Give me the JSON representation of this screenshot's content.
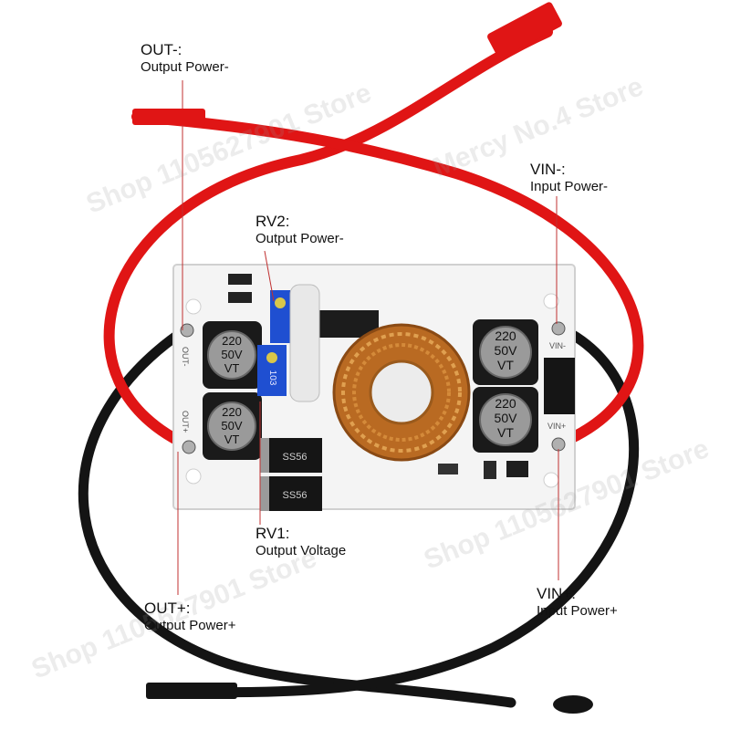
{
  "labels": {
    "out_minus": {
      "title": "OUT-:",
      "sub": "Output Power-"
    },
    "vin_minus": {
      "title": "VIN-:",
      "sub": "Input Power-"
    },
    "rv2": {
      "title": "RV2:",
      "sub": "Output Power-"
    },
    "rv1": {
      "title": "RV1:",
      "sub": "Output Voltage"
    },
    "out_plus": {
      "title": "OUT+:",
      "sub": "Output Power+"
    },
    "vin_plus": {
      "title": "VIN+:",
      "sub": "Input Power+"
    }
  },
  "watermarks": [
    "Shop 1105627901 Store",
    "Mercy No.4 Store"
  ],
  "board": {
    "cap_top_left": [
      "220",
      "50V",
      "VT"
    ],
    "cap_bottom_left": [
      "220",
      "50V",
      "VT"
    ],
    "cap_top_right": [
      "220",
      "50V",
      "VT"
    ],
    "cap_bottom_right": [
      "220",
      "50V",
      "VT"
    ],
    "silk_out_minus": "OUT-",
    "silk_out_plus": "OUT+",
    "silk_vin_minus": "VIN-",
    "silk_vin_plus": "VIN+",
    "diode_top": "SS56",
    "diode_bottom": "SS56",
    "pot": "103"
  },
  "colors": {
    "wire_red": "#e01515",
    "wire_black": "#141414",
    "board": "#f4f4f4",
    "copper": "#c97a2a"
  }
}
